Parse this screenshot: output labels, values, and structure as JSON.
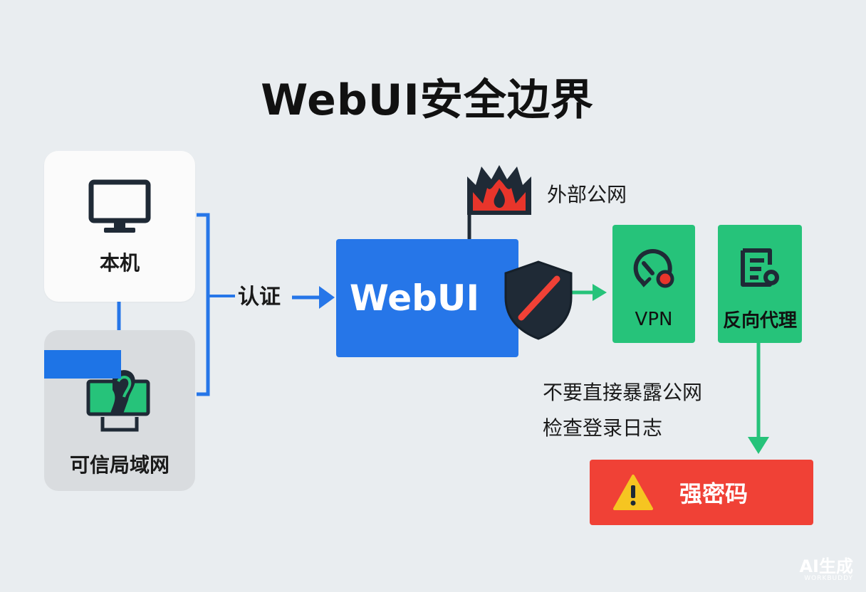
{
  "title": "WebUI安全边界",
  "nodes": {
    "local": {
      "label": "本机",
      "icon": "monitor-icon"
    },
    "lan": {
      "label": "可信局域网",
      "icon": "lan-device-icon"
    },
    "webui": {
      "label": "WebUI",
      "icon": "shield-blocked-icon"
    },
    "internet": {
      "label": "外部公网",
      "icon": "firewall-flame-icon"
    },
    "vpn": {
      "label": "VPN",
      "icon": "vpn-icon"
    },
    "reverse_proxy": {
      "label": "反向代理",
      "icon": "proxy-list-icon"
    },
    "strong_password": {
      "label": "强密码",
      "icon": "warning-icon"
    }
  },
  "edges": {
    "auth_label": "认证"
  },
  "notes": [
    "不要直接暴露公网",
    "检查登录日志"
  ],
  "watermark": {
    "main": "AI生成",
    "sub": "WORKBUDDY"
  },
  "colors": {
    "background": "#e9edf0",
    "blue": "#2676e8",
    "green": "#26c37a",
    "red": "#f04136",
    "dark": "#1f2a36"
  }
}
